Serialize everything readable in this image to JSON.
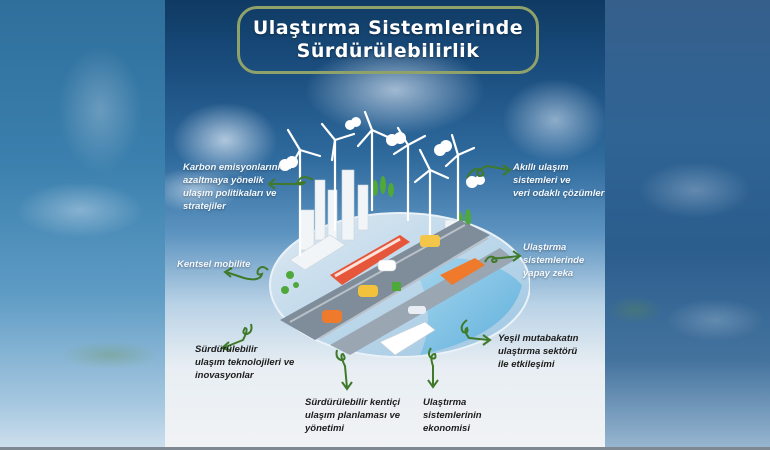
{
  "title": {
    "line1": "Ulaştırma Sistemlerinde",
    "line2": "Sürdürülebilirlik"
  },
  "labels": {
    "carbon": [
      "Karbon emisyonlarını",
      "azaltmaya yönelik",
      "ulaşım politikaları ve",
      "stratejiler"
    ],
    "smart": [
      "Akıllı ulaşım",
      "sistemleri ve",
      "veri odaklı çözümler"
    ],
    "mobility": [
      "Kentsel mobilite"
    ],
    "ai": [
      "Ulaştırma",
      "sistemlerinde",
      "yapay zeka"
    ],
    "tech": [
      "Sürdürülebilir",
      "ulaşım teknolojileri ve",
      "inovasyonlar"
    ],
    "green": [
      "Yeşil mutabakatın",
      "ulaştırma sektörü",
      "ile etkileşimi"
    ],
    "planning": [
      "Sürdürülebilir kentiçi",
      "ulaşım planlaması ve",
      "yönetimi"
    ],
    "economy": [
      "Ulaştırma",
      "sistemlerinin",
      "ekonomisi"
    ]
  },
  "colors": {
    "frame_border": "#8fa26a",
    "arrow_green": "#3f7a2a",
    "sky_dark": "#0f3a63",
    "bottom_light": "#f1f3f5"
  }
}
